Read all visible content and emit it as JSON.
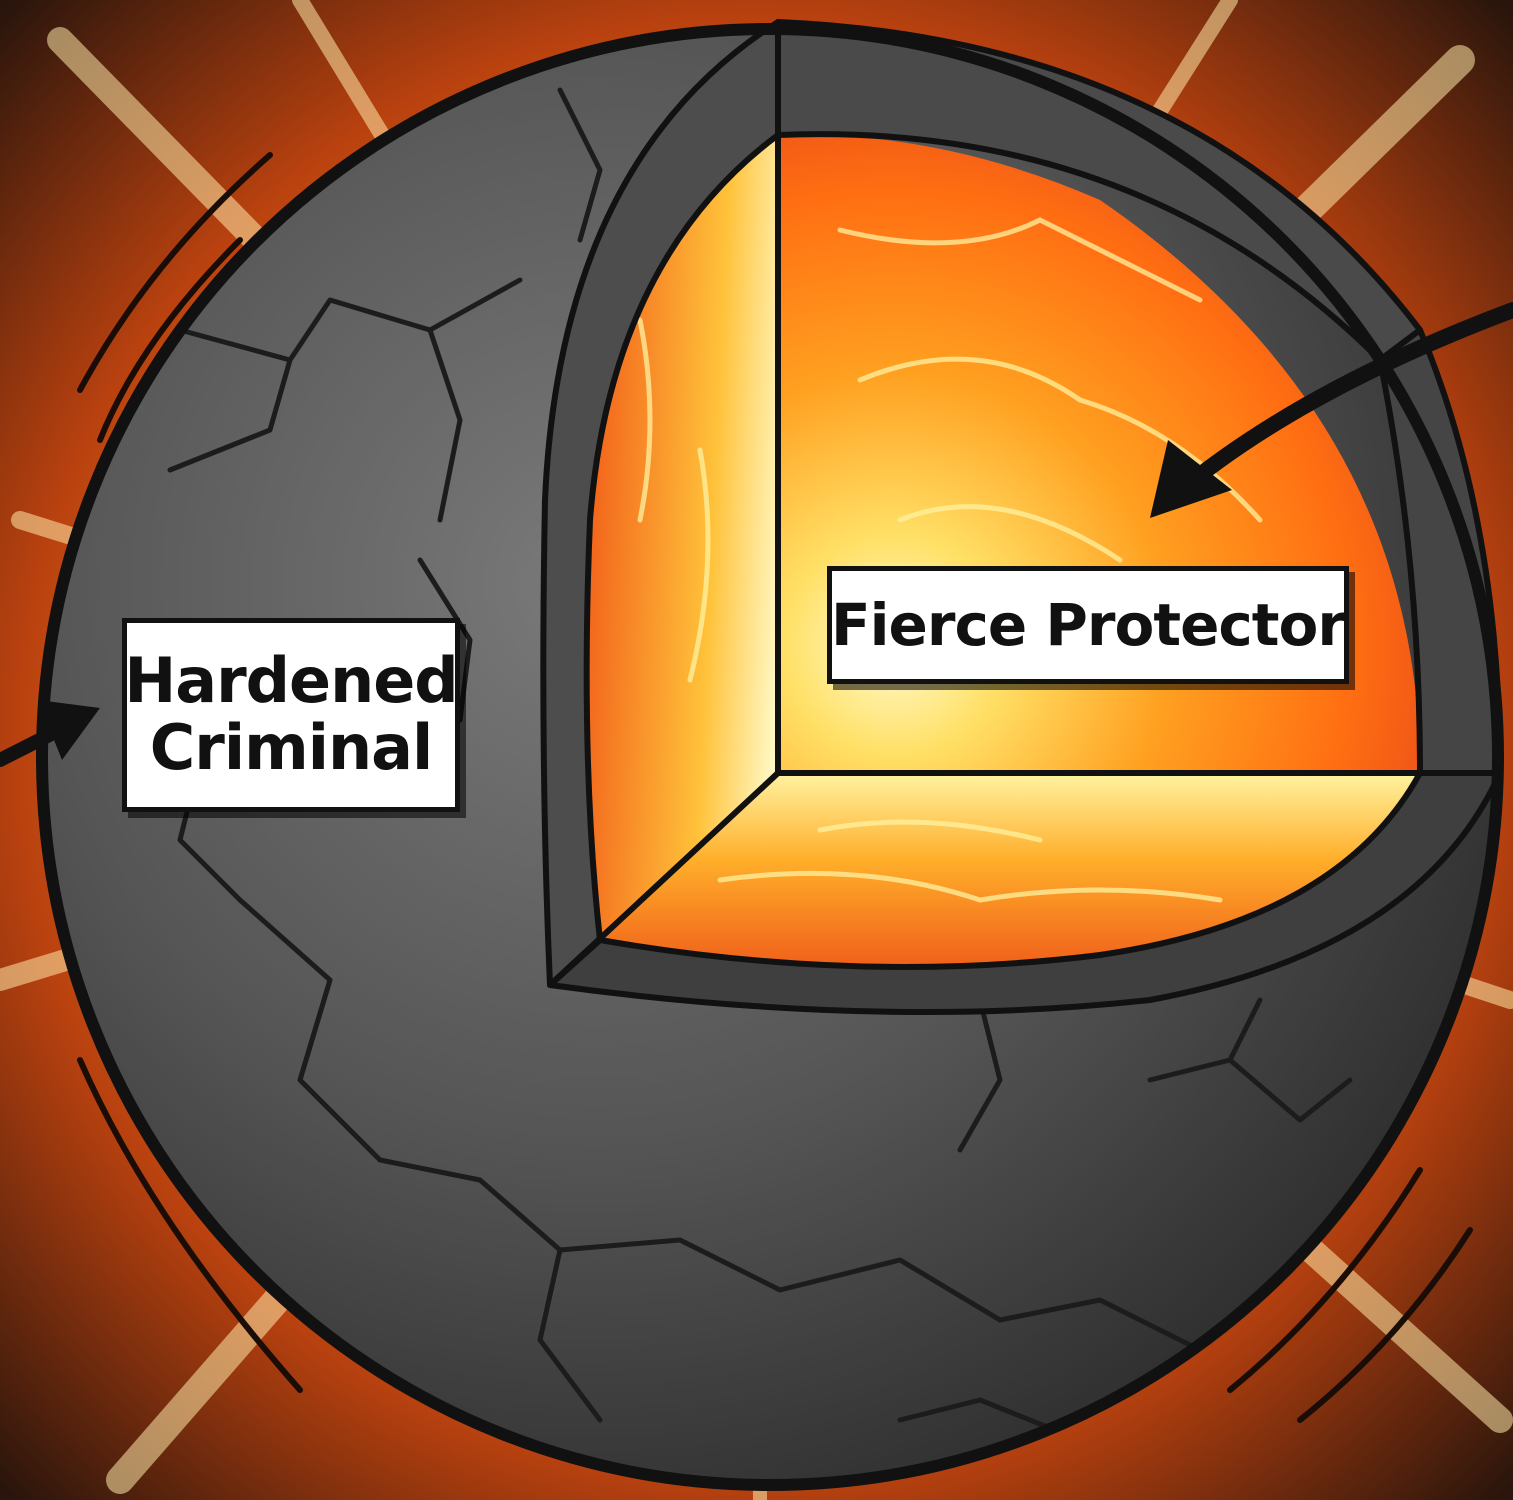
{
  "labels": {
    "outer_shell": {
      "line1": "Hardened",
      "line2": "Criminal"
    },
    "inner_core": {
      "text": "Fierce Protector"
    }
  },
  "colors": {
    "background_dark": "#2a150c",
    "burst_orange": "#ff8a1f",
    "rock_gray": "#5a5a5a",
    "rock_dark": "#2f2f2f",
    "core_yellow": "#fff3a0",
    "core_orange": "#ff7a12",
    "core_red": "#e2451a",
    "outline": "#111111",
    "label_bg": "#ffffff"
  },
  "icons": {
    "left_arrow": "arrow-right-icon",
    "right_arrow": "arrow-down-left-icon"
  }
}
